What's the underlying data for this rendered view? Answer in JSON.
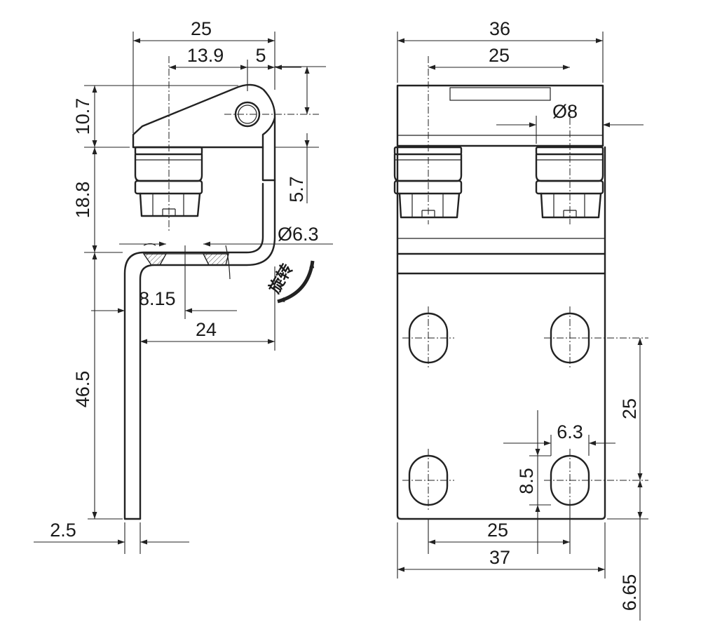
{
  "side_view": {
    "dims": {
      "overall_width": "25",
      "pivot_offset": "13.9",
      "pivot_to_edge": "5",
      "top_height": "10.7",
      "body_height": "18.8",
      "step_height": "5.7",
      "hole_dia": "Ø6.3",
      "offset_815": "8.15",
      "reach": "24",
      "arm_length": "46.5",
      "thickness": "2.5"
    },
    "rotation_label": "旋转"
  },
  "front_view": {
    "dims": {
      "top_width": "36",
      "top_spacing": "25",
      "pin_dia": "Ø8",
      "slot_vertical": "25",
      "slot_width": "6.3",
      "slot_height": "8.5",
      "bottom_spacing": "25",
      "bottom_width": "37",
      "bottom_offset": "6.65"
    }
  }
}
